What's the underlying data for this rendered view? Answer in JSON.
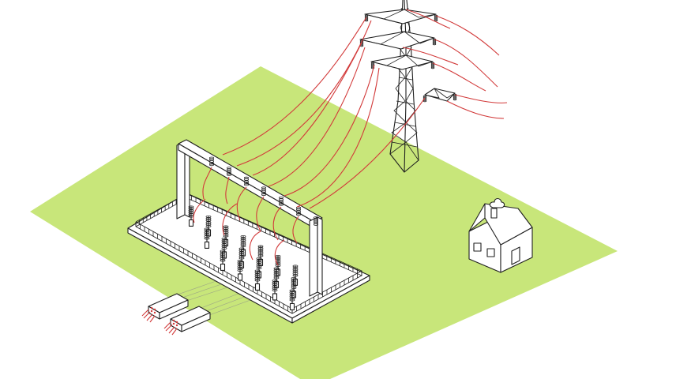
{
  "scene": {
    "colors": {
      "ground": "#c8e67a",
      "outline": "#1f1f1f",
      "power_line": "#d23a3a",
      "background": "#ffffff"
    },
    "elements": {
      "ground_plane": "green-grass-plot",
      "pylon": "transmission-tower",
      "substation": "electrical-substation",
      "house": "house-with-chimney",
      "cables": "underground-cable-ducts",
      "lines": "red-power-lines"
    }
  }
}
